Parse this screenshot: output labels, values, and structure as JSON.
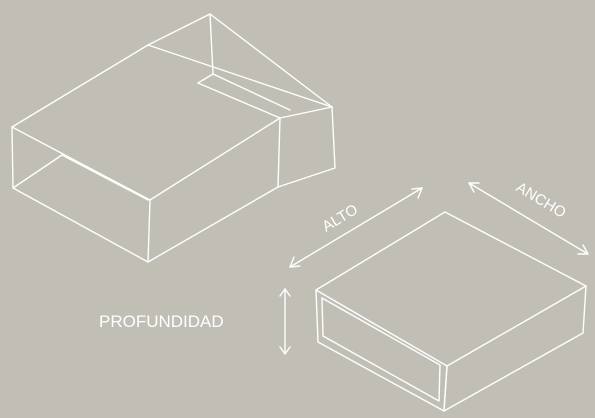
{
  "background_color": "#c1beb5",
  "line_color": "#ffffff",
  "labels": {
    "width": "ANCHO",
    "height": "ALTO",
    "depth": "PROFUNDIDAD"
  },
  "icons": [
    "double-arrow-icon",
    "double-arrow-icon",
    "double-arrow-icon"
  ]
}
